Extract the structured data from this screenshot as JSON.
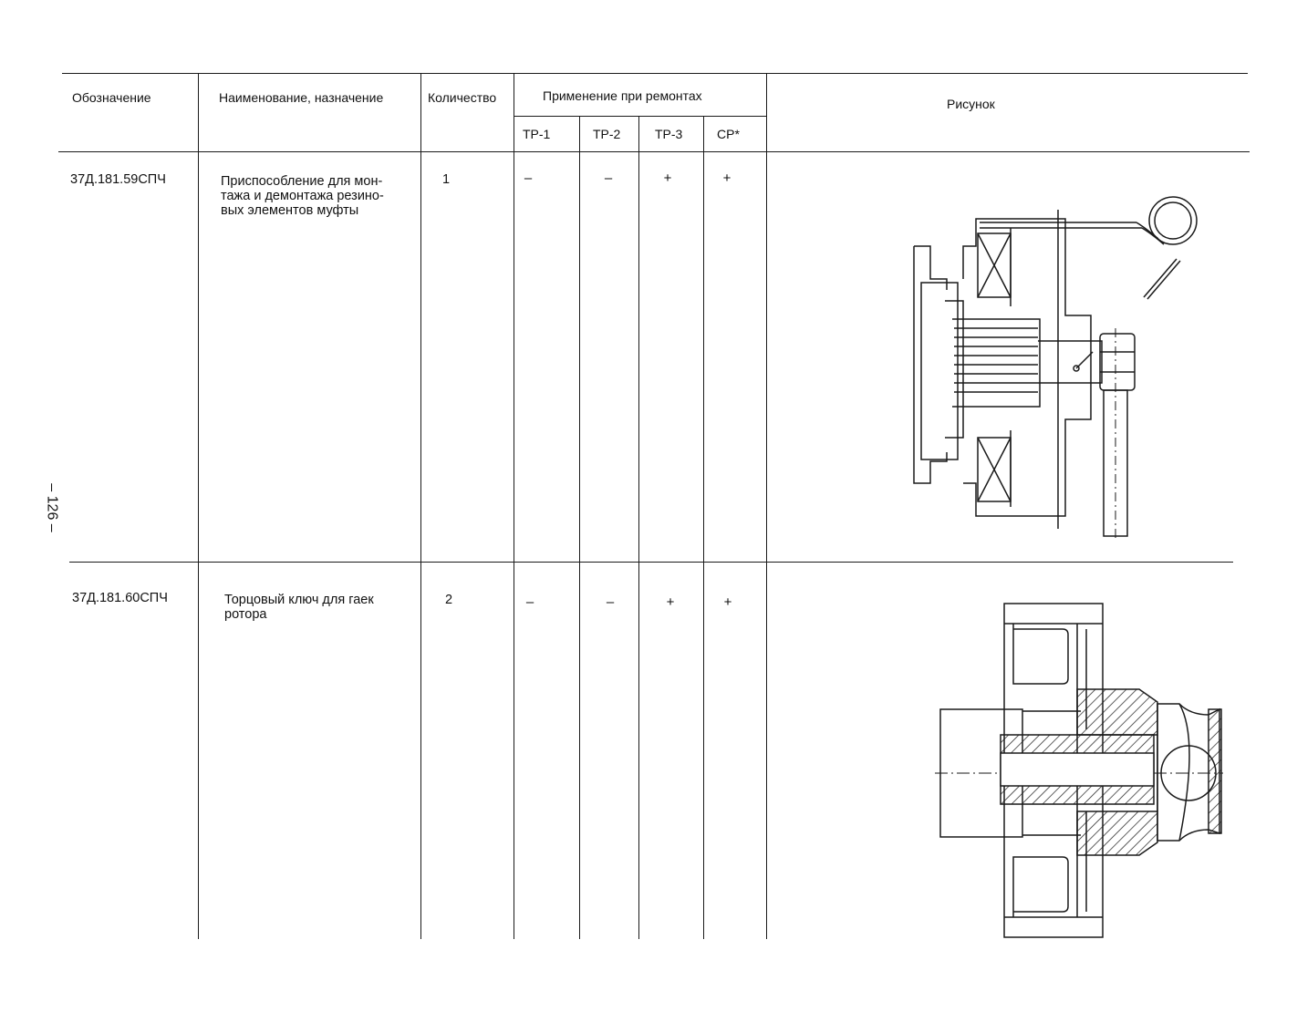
{
  "page_number": "– 126 –",
  "table": {
    "headers": {
      "designation": "Обозначение",
      "name": "Наименование, назначение",
      "quantity": "Количество",
      "application": "Применение при ремонтах",
      "picture": "Рисунок",
      "repairs": [
        "ТР-1",
        "ТР-2",
        "ТР-3",
        "СР*"
      ]
    },
    "rows": [
      {
        "designation": "37Д.181.59СПЧ",
        "name_lines": [
          "Приспособление для мон-",
          "тажа и демонтажа резино-",
          "вых элементов муфты"
        ],
        "quantity": "1",
        "marks": [
          "–",
          "–",
          "+",
          "+"
        ]
      },
      {
        "designation": "37Д.181.60СПЧ",
        "name_lines": [
          "Торцовый ключ для гаек",
          "ротора"
        ],
        "quantity": "2",
        "marks": [
          "–",
          "–",
          "+",
          "+"
        ]
      }
    ]
  }
}
